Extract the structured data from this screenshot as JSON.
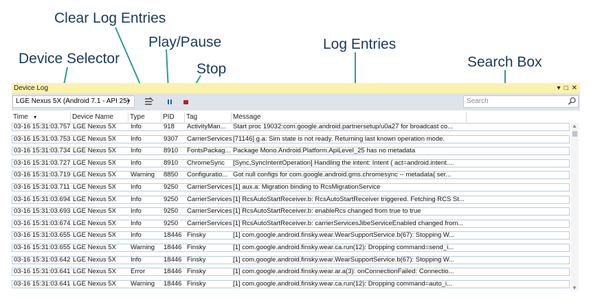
{
  "callouts": {
    "clear_log": "Clear Log Entries",
    "play_pause": "Play/Pause",
    "log_entries": "Log Entries",
    "device_selector": "Device Selector",
    "stop": "Stop",
    "search_box": "Search Box"
  },
  "window": {
    "title": "Device Log",
    "controls": [
      "▾",
      "□",
      "✕"
    ]
  },
  "toolbar": {
    "device_selected": "LGE Nexus 5X (Android 7.1 - API 25)",
    "search_placeholder": "Search"
  },
  "columns": {
    "time": "Time",
    "device": "Device Name",
    "type": "Type",
    "pid": "PID",
    "tag": "Tag",
    "message": "Message"
  },
  "rows": [
    {
      "time": "03-16 15:31:03.757",
      "device": "LGE Nexus 5X",
      "type": "Info",
      "pid": "918",
      "tag": "ActivityMan...",
      "message": "Start proc 19032:com.google.android.partnersetup/u0a27 for broadcast co..."
    },
    {
      "time": "03-16 15:31:03.753",
      "device": "LGE Nexus 5X",
      "type": "Info",
      "pid": "9307",
      "tag": "CarrierServices",
      "message": "[71146] g.a: Sim state is not ready. Returning last known operation mode."
    },
    {
      "time": "03-16 15:31:03.734",
      "device": "LGE Nexus 5X",
      "type": "Info",
      "pid": "8910",
      "tag": "FontsPackag...",
      "message": "Package Mono.Android.Platform.ApiLevel_25 has no metadata"
    },
    {
      "time": "03-16 15:31:03.727",
      "device": "LGE Nexus 5X",
      "type": "Info",
      "pid": "8910",
      "tag": "ChromeSync",
      "message": "[Sync,SyncIntentOperation] Handling the intent: Intent { act=android.intent...."
    },
    {
      "time": "03-16 15:31:03.719",
      "device": "LGE Nexus 5X",
      "type": "Warning",
      "pid": "8850",
      "tag": "Configuratio...",
      "message": "Got null configs for com.google.android.gms.chromesync -- metadata{ ser..."
    },
    {
      "time": "03-16 15:31:03.711",
      "device": "LGE Nexus 5X",
      "type": "Info",
      "pid": "9250",
      "tag": "CarrierServices",
      "message": "[1] aux.a: Migration binding to RcsMigrationService"
    },
    {
      "time": "03-16 15:31:03.694",
      "device": "LGE Nexus 5X",
      "type": "Info",
      "pid": "9250",
      "tag": "CarrierServices",
      "message": "[1] RcsAutoStartReceiver.b: RcsAutoStartReceiver triggered. Fetching RCS St..."
    },
    {
      "time": "03-16 15:31:03.693",
      "device": "LGE Nexus 5X",
      "type": "Info",
      "pid": "9250",
      "tag": "CarrierServices",
      "message": "[1] RcsAutoStartReceiver.b: enableRcs changed from true to true"
    },
    {
      "time": "03-16 15:31:03.674",
      "device": "LGE Nexus 5X",
      "type": "Info",
      "pid": "9250",
      "tag": "CarrierServices",
      "message": "[1] RcsAutoStartReceiver.b: carrierServicesJibeServiceEnabled changed from..."
    },
    {
      "time": "03-16 15:31:03.655",
      "device": "LGE Nexus 5X",
      "type": "Info",
      "pid": "18446",
      "tag": "Finsky",
      "message": "[1] com.google.android.finsky.wear.WearSupportService.b(67): Stopping W..."
    },
    {
      "time": "03-16 15:31:03.655",
      "device": "LGE Nexus 5X",
      "type": "Warning",
      "pid": "18446",
      "tag": "Finsky",
      "message": "[1] com.google.android.finsky.wear.ca.run(12): Dropping command=send_i..."
    },
    {
      "time": "03-16 15:31:03.642",
      "device": "LGE Nexus 5X",
      "type": "Info",
      "pid": "18446",
      "tag": "Finsky",
      "message": "[1] com.google.android.finsky.wear.WearSupportService.b(67): Stopping W..."
    },
    {
      "time": "03-16 15:31:03.641",
      "device": "LGE Nexus 5X",
      "type": "Error",
      "pid": "18446",
      "tag": "Finsky",
      "message": "[1] com.google.android.finsky.wear.ar.a(3): onConnectionFailed: Connectio..."
    },
    {
      "time": "03-16 15:31:03.641",
      "device": "LGE Nexus 5X",
      "type": "Warning",
      "pid": "18446",
      "tag": "Finsky",
      "message": "[1] com.google.android.finsky.wear.ca.run(12): Dropping command=auto_i..."
    }
  ],
  "colors": {
    "titlebar": "#fbf2ad",
    "toolbar": "#dfe3ea",
    "row_border": "#b8cbe0",
    "callout_text": "#1a3a5a",
    "leader_line": "#2f9c8e",
    "play_icon": "#1c5fa8",
    "stop_icon": "#b22222"
  },
  "icons": {
    "clear": "clear-log-icon",
    "play_pause": "pause-icon",
    "stop": "stop-icon",
    "search": "search-icon",
    "sort": "sort-down-icon"
  }
}
